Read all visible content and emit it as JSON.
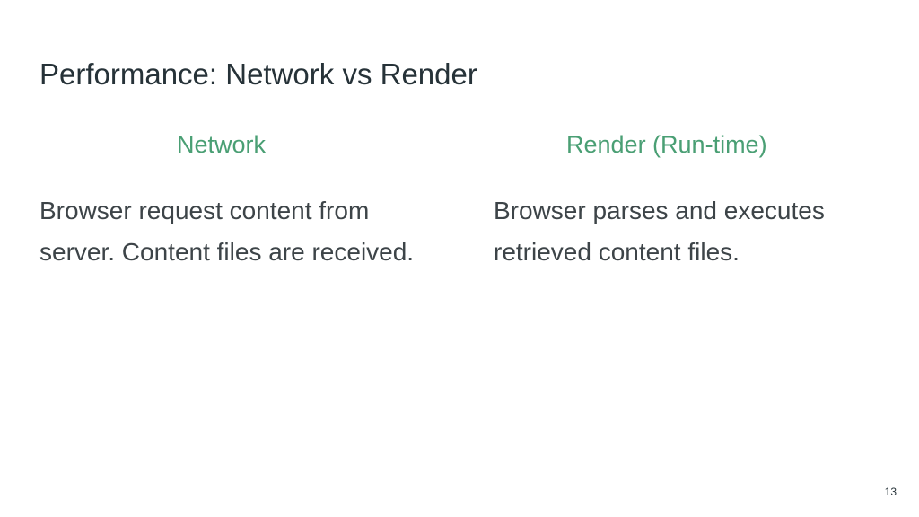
{
  "slide": {
    "title": "Performance: Network vs Render",
    "page_number": "13",
    "accent_color": "#4a9f74",
    "text_color": "#3d4448"
  },
  "columns": [
    {
      "heading": "Network",
      "body": "Browser request content from server. Content files are received."
    },
    {
      "heading": "Render (Run-time)",
      "body": "Browser parses and executes retrieved content files."
    }
  ]
}
